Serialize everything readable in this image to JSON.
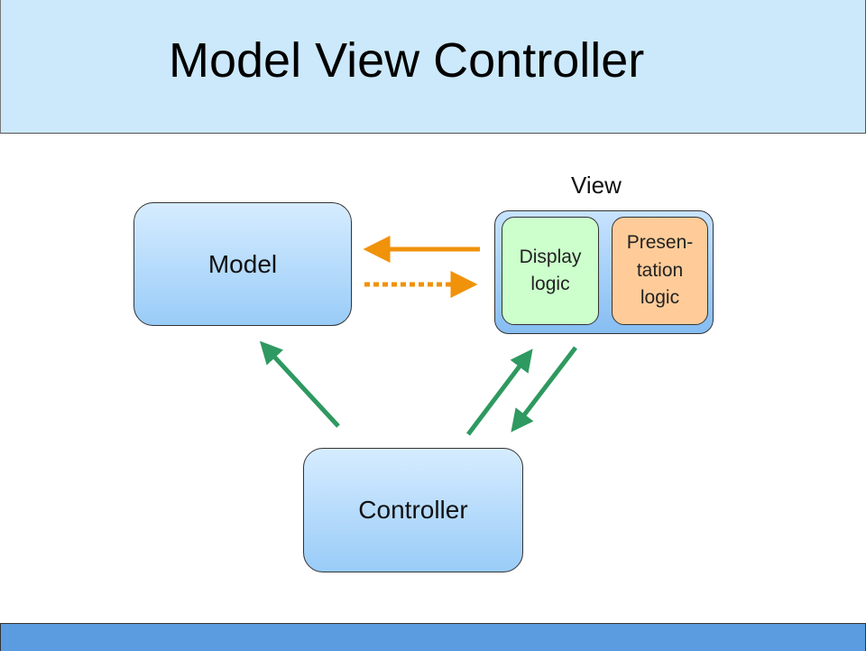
{
  "title": "Model View Controller",
  "view_label": "View",
  "boxes": {
    "model": "Model",
    "controller": "Controller",
    "display_logic": "Display\nlogic",
    "presentation_logic": "Presen-\ntation\nlogic"
  },
  "colors": {
    "header_bg": "#cce9fb",
    "footer_bg": "#5b9be0",
    "arrow_orange": "#f0920a",
    "arrow_green": "#2e9960",
    "display_bg": "#ccffcc",
    "presentation_bg": "#ffcc99"
  }
}
